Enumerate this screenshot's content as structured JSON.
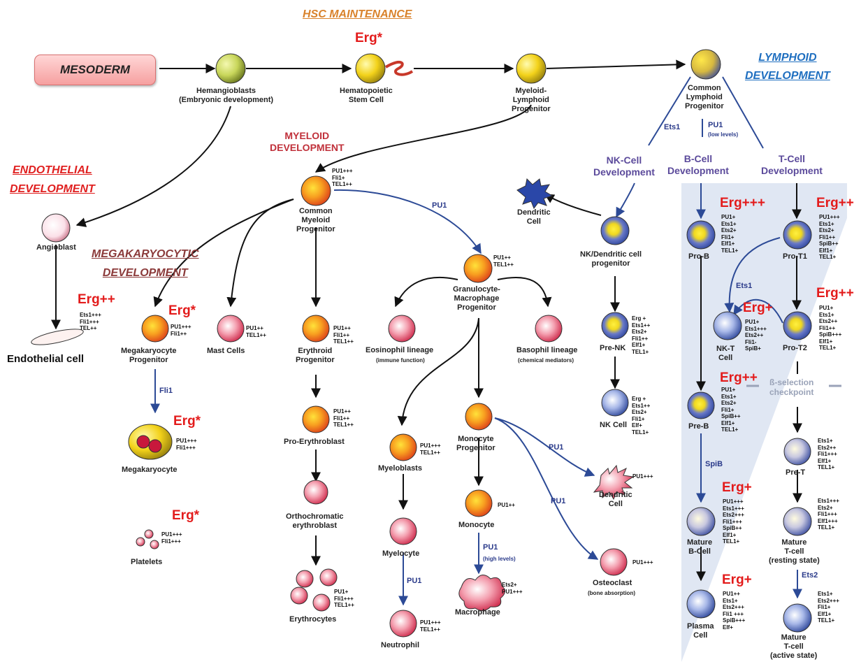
{
  "headers": {
    "hsc": "HSC MAINTENANCE",
    "lymphoid": "LYMPHOID\nDEVELOPMENT",
    "endothelial": "ENDOTHELIAL\nDEVELOPMENT",
    "megakaryocytic": "MEGAKARYOCYTIC\nDEVELOPMENT",
    "myeloid": "MYELOID\nDEVELOPMENT",
    "nk": "NK-Cell\nDevelopment",
    "bcell": "B-Cell\nDevelopment",
    "tcell": "T-Cell\nDevelopment"
  },
  "mesoderm": "MESODERM",
  "cells": {
    "hemangioblasts": "Hemangioblasts\n(Embryonic development)",
    "hsc": "Hematopoietic\nStem Cell",
    "mlp": "Myeloid-\nLymphoid\nProgenitor",
    "clp": "Common\nLymphoid\nProgenitor",
    "cmp": "Common\nMyeloid\nProgenitor",
    "angioblast": "Angioblast",
    "endothelial": "Endothelial cell",
    "mkp": "Megakaryocyte\nProgenitor",
    "megakaryocyte": "Megakaryocyte",
    "platelets": "Platelets",
    "mast": "Mast Cells",
    "erythroid": "Erythroid\nProgenitor",
    "proerythro": "Pro-Erythroblast",
    "orthochromatic": "Orthochromatic\nerythroblast",
    "erythrocytes": "Erythrocytes",
    "gmp": "Granulocyte-\nMacrophage\nProgenitor",
    "eosinophil": "Eosinophil lineage",
    "eosinophil_sub": "(immune function)",
    "basophil": "Basophil lineage",
    "basophil_sub": "(chemical mediators)",
    "myeloblasts": "Myeloblasts",
    "myelocyte": "Myelocyte",
    "neutrophil": "Neutrophil",
    "monoprog": "Monocyte\nProgenitor",
    "monocyte": "Monocyte",
    "macrophage": "Macrophage",
    "dendritic_mid": "Dendritic\nCell",
    "osteoclast": "Osteoclast",
    "osteoclast_sub": "(bone absorption)",
    "dendritic_top": "Dendritic\nCell",
    "nkdc": "NK/Dendritic cell\nprogenitor",
    "prenk": "Pre-NK",
    "nkcell": "NK Cell",
    "prob": "Pro-B",
    "nkt": "NK-T\nCell",
    "preb": "Pre-B",
    "matureb": "Mature\nB-Cell",
    "plasma": "Plasma\nCell",
    "prot1": "Pro-T1",
    "prot2": "Pro-T2",
    "pret": "Pre-T",
    "matt_rest": "Mature\nT-cell\n(resting state)",
    "matt_active": "Mature\nT-cell\n(active state)"
  },
  "erg": {
    "hsc": "Erg*",
    "endothelial": "Erg++",
    "mkp": "Erg*",
    "megakaryocyte": "Erg*",
    "platelets": "Erg*",
    "prob": "Erg+++",
    "prot1": "Erg++",
    "nkt": "Erg+",
    "prot2": "Erg++",
    "preb": "Erg++",
    "matureb": "Erg+",
    "plasma": "Erg+"
  },
  "markers": {
    "cmp": "PU1+++\nFli1+\nTEL1++",
    "endothelial": "Ets1+++\nFli1+++\nTEL++",
    "mkp": "PU1+++\nFli1++",
    "megakaryocyte": "PU1+++\nFli1+++",
    "platelets": "PU1+++\nFli1+++",
    "mast": "PU1++\nTEL1++",
    "erythroid": "PU1++\nFli1++\nTEL1++",
    "proerythro": "PU1++\nFli1++\nTEL1++",
    "erythrocytes": "PU1+\nFli1+++\nTEL1++",
    "gmp": "PU1++\nTEL1++",
    "myeloblasts": "PU1+++\nTEL1++",
    "neutrophil": "PU1+++\nTEL1++",
    "monocyte": "PU1++",
    "macrophage": "Ets2+\nPU1+++",
    "dendritic_mid": "PU1+++",
    "osteoclast": "PU1+++",
    "prenk": "Erg +\nEts1++\nEts2+\nFli1++\nElf1+\nTEL1+",
    "nkcell": "Erg +\nEts1++\nEts2+\nFli1+\nElf+\nTEL1+",
    "prob": "PU1+\nEts1+\nEts2+\nFli1+\nElf1+\nTEL1+",
    "prot1": "PU1+++\nEts1+\nEts2+\nFli1++\nSpiB++\nElf1+\nTEL1+",
    "nkt": "PU1+\nEts1+++\nEts2++\nFli1-\nSpiB+",
    "prot2": "PU1+\nEts1+\nEts2++\nFli1++\nSpiB+++\nElf1+\nTEL1+",
    "preb": "PU1+\nEts1+\nEts2+\nFli1+\nSpiB++\nElf1+\nTEL1+",
    "pret": "Ets1+\nEts2++\nFli1+++\nElf1+\nTEL1+",
    "matureb": "PU1+++\nEts1+++\nEts2+++\nFli1+++\nSpiB++\nElf1+\nTEL1+",
    "matt_rest": "Ets1+++\nEts2+\nFli1+++\nElf1+++\nTEL1+",
    "plasma": "PU1++\nEts1+\nEts2+++\nFli1 +++\nSpiB+++\nElf+",
    "matt_active": "Ets1+\nEts2+++\nFli1+\nElf1+\nTEL1+"
  },
  "factors": {
    "ets1_top": "Ets1",
    "pu1_clp": "PU1",
    "pu1_clp_sub": "(low levels)",
    "pu1_gmp": "PU1",
    "fli1": "Fli1",
    "pu1_dend": "PU1",
    "pu1_osteo": "PU1",
    "pu1_neut": "PU1",
    "pu1_macro": "PU1",
    "pu1_macro_sub": "(high levels)",
    "spib": "SpiB",
    "ets1_nkt": "Ets1",
    "ets2": "Ets2"
  },
  "checkpoint": "ß-selection\ncheckpoint",
  "colors": {
    "yellow": "#f5d400",
    "orange": "#f06a1a",
    "red": "#e02848",
    "blue": "#2a47a8",
    "arrow_black": "#111111",
    "arrow_blue": "#2c4a96",
    "erg_red": "#e31b1b",
    "lymph_panel": "#dfe5f2"
  }
}
